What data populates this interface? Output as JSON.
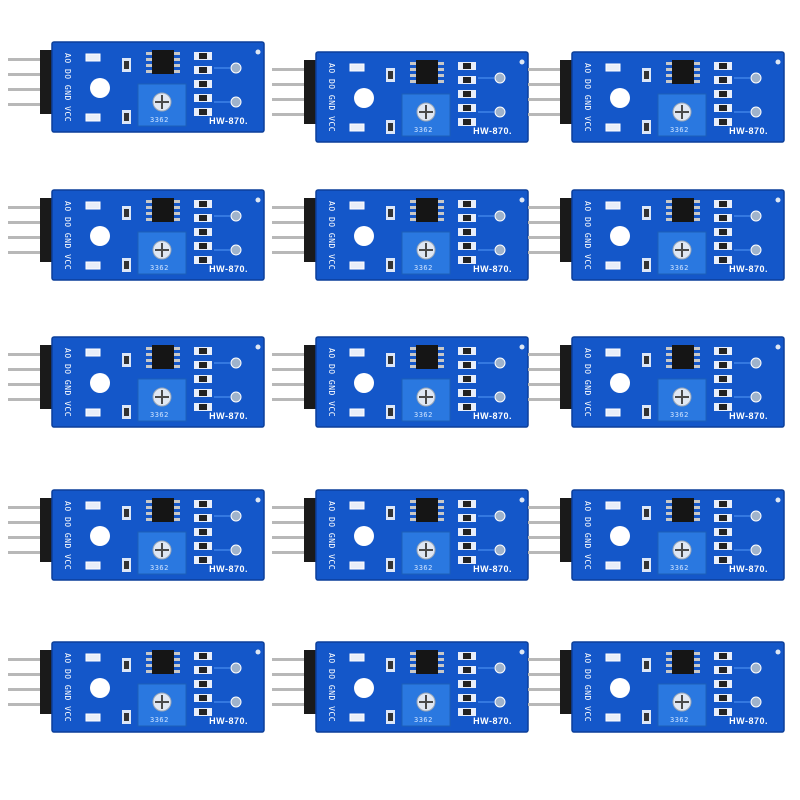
{
  "image": {
    "rows": 5,
    "cols": 3,
    "board_color": "#1457c9",
    "board_edge_color": "#0c3f9a",
    "pot_color": "#2a78e0",
    "pin_color": "#b8b8b8",
    "header_color": "#1a1a1a"
  },
  "module": {
    "model_label": "HW-870.",
    "pin_labels": "AO DO GND VCC",
    "pot_label": "3362"
  }
}
